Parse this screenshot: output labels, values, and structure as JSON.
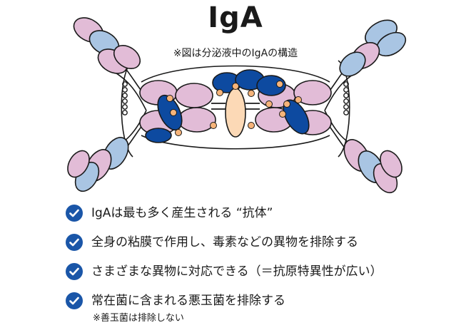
{
  "header": {
    "title": "IgA",
    "note": "※図は分泌液中のIgAの構造"
  },
  "features": [
    {
      "text": "IgAは最も多く産生される “抗体”"
    },
    {
      "text": "全身の粘膜で作用し、毒素などの異物を排除する"
    },
    {
      "text": "さまざまな異物に対応できる（＝抗原特異性が広い）"
    },
    {
      "text": "常在菌に含まれる悪玉菌を排除する",
      "note": "※善玉菌は排除しない"
    }
  ],
  "colors": {
    "pink": "#e2bcd7",
    "lightblue": "#a9c5e3",
    "navy": "#0d4aa0",
    "orange": "#f6b47a",
    "cream": "#fcd9b6",
    "check": "#1a56a8"
  }
}
